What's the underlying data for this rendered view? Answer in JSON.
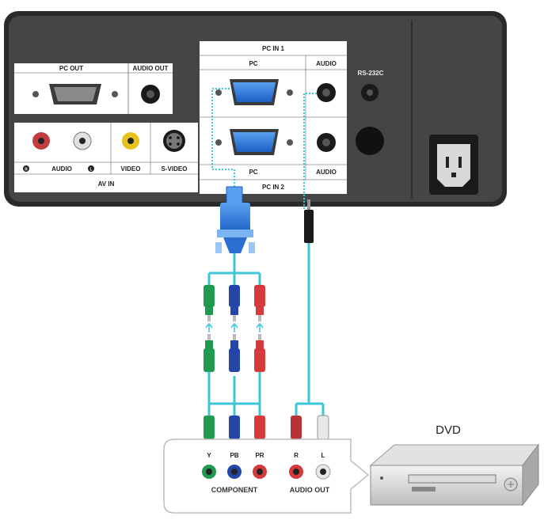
{
  "panel": {
    "pc_out": "PC OUT",
    "audio_out_top": "AUDIO OUT",
    "pc_in_1": "PC IN 1",
    "pc_top": "PC",
    "audio_top": "AUDIO",
    "rs232c": "RS-232C",
    "audio_av": "AUDIO",
    "av_r_icon": "R",
    "av_l_icon": "L",
    "video": "VIDEO",
    "s_video": "S-VIDEO",
    "av_in": "AV IN",
    "pc_bottom": "PC",
    "audio_bottom": "AUDIO",
    "pc_in_2": "PC IN 2"
  },
  "dvd": {
    "title": "DVD",
    "component": "COMPONENT",
    "audio_out": "AUDIO OUT",
    "y": "Y",
    "pb": "PB",
    "pr": "PR",
    "r": "R",
    "l": "L"
  },
  "colors": {
    "panel_body": "#3d3d3d",
    "cable": "#3ec5d8",
    "vga_blue": "#1e6fd8",
    "green": "#1f9a4e",
    "blue": "#2346a8",
    "red": "#d63a3a"
  },
  "icons": [
    "vga-port-icon",
    "audio-jack-icon",
    "s-video-port-icon",
    "power-socket-icon",
    "rca-plug-icon",
    "arrow-icon",
    "dvd-player-icon"
  ]
}
